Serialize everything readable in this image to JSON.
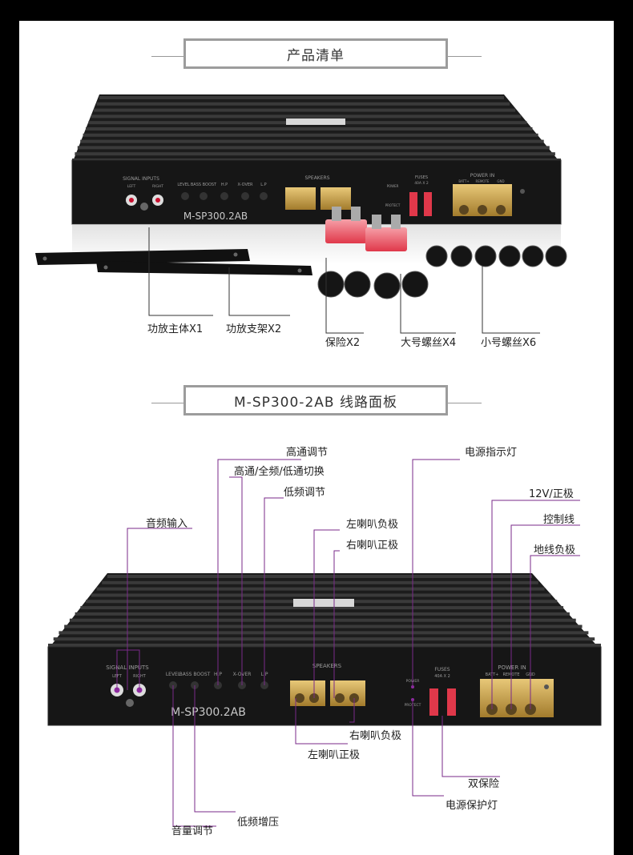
{
  "sections": {
    "contents_title": "产品清单",
    "panel_title": "M-SP300-2AB 线路面板"
  },
  "contents": {
    "main_unit": "功放主体X1",
    "bracket": "功放支架X2",
    "fuse": "保险X2",
    "large_screw": "大号螺丝X4",
    "small_screw": "小号螺丝X6"
  },
  "amp_panel": {
    "model": "M-SP300.2AB",
    "signal_inputs": "SIGNAL INPUTS",
    "left": "LEFT",
    "right": "RIGHT",
    "level": "LEVEL",
    "bass_boost": "BASS BOOST",
    "hp": "H.P",
    "x_over": "X-OVER",
    "lp": "L.P",
    "speakers": "SPEAKERS",
    "fuses": "FUSES",
    "fuse_rating": "40A X 2",
    "power_in": "POWER IN",
    "batt": "BATT+",
    "remote": "REMOTE",
    "gnd": "GND",
    "power": "POWER",
    "protect": "PROTECT"
  },
  "callouts": {
    "hp_adjust": "高通调节",
    "crossover_switch": "高通/全频/低通切换",
    "lp_adjust": "低频调节",
    "audio_input": "音频输入",
    "left_speaker_neg": "左喇叭负极",
    "right_speaker_pos": "右喇叭正极",
    "power_indicator": "电源指示灯",
    "v12_positive": "12V/正极",
    "control_wire": "控制线",
    "ground_negative": "地线负极",
    "right_speaker_neg": "右喇叭负极",
    "left_speaker_pos": "左喇叭正极",
    "dual_fuse": "双保险",
    "protect_light": "电源保护灯",
    "bass_boost": "低频增压",
    "volume_adjust": "音量调节"
  },
  "colors": {
    "callout_line": "#7a2a8a",
    "amp_body": "#1a1a1a",
    "fuse_red": "#e0384a",
    "gold": "#c9a24a"
  }
}
